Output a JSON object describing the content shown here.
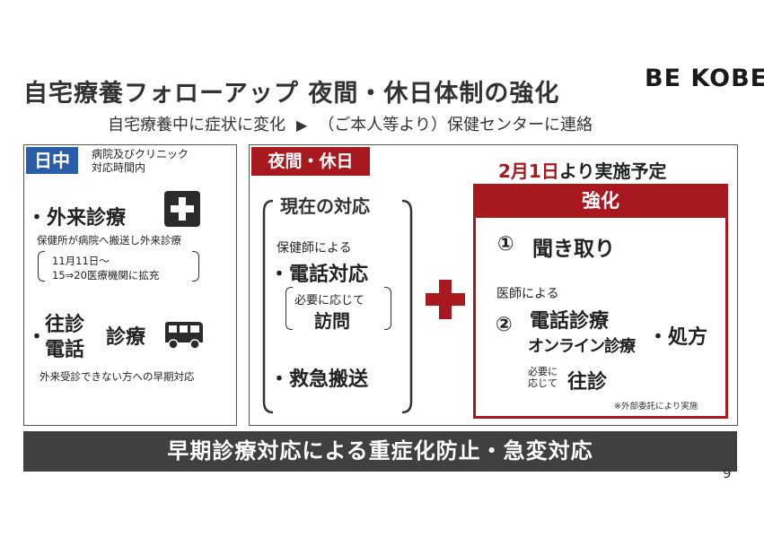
{
  "header": {
    "title": "自宅療養フォローアップ 夜間・休日体制の強化",
    "logo": "BE KOBE",
    "subtitle_left": "自宅療養中に症状に変化",
    "subtitle_arrow": "▶",
    "subtitle_right": "（ご本人等より）保健センターに連絡"
  },
  "day": {
    "tag": "日中",
    "hours": "病院及びクリニック\n対応時間内",
    "outpatient_title": "・外来診療",
    "outpatient_desc": "保健所が病院へ搬送し外来診療",
    "expansion_date": "11月11日～",
    "expansion_desc": "15⇒20医療機関に拡充",
    "bullet": "・",
    "home_visit": "往診",
    "phone": "電話",
    "consult": "診療",
    "home_desc": "外来受診できない方への早期対応"
  },
  "night": {
    "tag": "夜間・休日",
    "current_label": "現在の対応",
    "nurse_label": "保健師による",
    "phone_response": "・電話対応",
    "if_needed": "必要に応じて",
    "visit": "訪問",
    "emergency": "・救急搬送"
  },
  "enhancement": {
    "schedule_date": "2月1日",
    "schedule_text": "より実施予定",
    "head": "強化",
    "item1_num": "①",
    "item1": "聞き取り",
    "doctor_label": "医師による",
    "item2_num": "②",
    "phone_consult": "電話診療",
    "online_consult": "オンライン診療",
    "prescription": "・処方",
    "if_needed_1": "必要に",
    "if_needed_2": "応じて",
    "home_visit": "往診",
    "note": "※外部委託により実施"
  },
  "footer": {
    "banner": "早期診療対応による重症化防止・急変対応",
    "page": "9"
  },
  "colors": {
    "blue_tag": "#2a5da8",
    "red_accent": "#a8181f",
    "banner_bg": "#404040"
  },
  "icons": [
    "medical-cross-icon",
    "van-icon",
    "plus-icon"
  ]
}
